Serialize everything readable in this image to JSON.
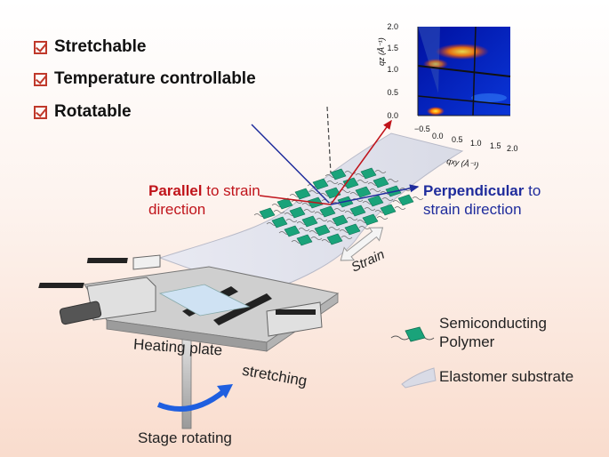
{
  "features": [
    "Stretchable",
    "Temperature controllable",
    "Rotatable"
  ],
  "parallel": {
    "bold": "Parallel",
    "rest1": " to strain",
    "rest2": "direction"
  },
  "perpendicular": {
    "bold": "Perpendicular",
    "rest1": " to",
    "rest2": "strain direction"
  },
  "labels": {
    "strain": "Strain",
    "heating_plate": "Heating plate",
    "stretching": "stretching",
    "stage_rotating": "Stage rotating"
  },
  "legend": {
    "polymer1": "Semiconducting",
    "polymer2": "Polymer",
    "substrate": "Elastomer substrate"
  },
  "giwaxs": {
    "ylabel": "qz (Å⁻¹)",
    "xlabel": "qxy (Å⁻¹)",
    "yticks": [
      "2.0",
      "1.5",
      "1.0",
      "0.5",
      "0.0"
    ],
    "xticks": [
      "−0.5",
      "0.0",
      "0.5",
      "1.0",
      "1.5",
      "2.0"
    ]
  },
  "colors": {
    "red": "#c0141b",
    "blue": "#1f2c9c",
    "polymer": "#1aa37a"
  }
}
